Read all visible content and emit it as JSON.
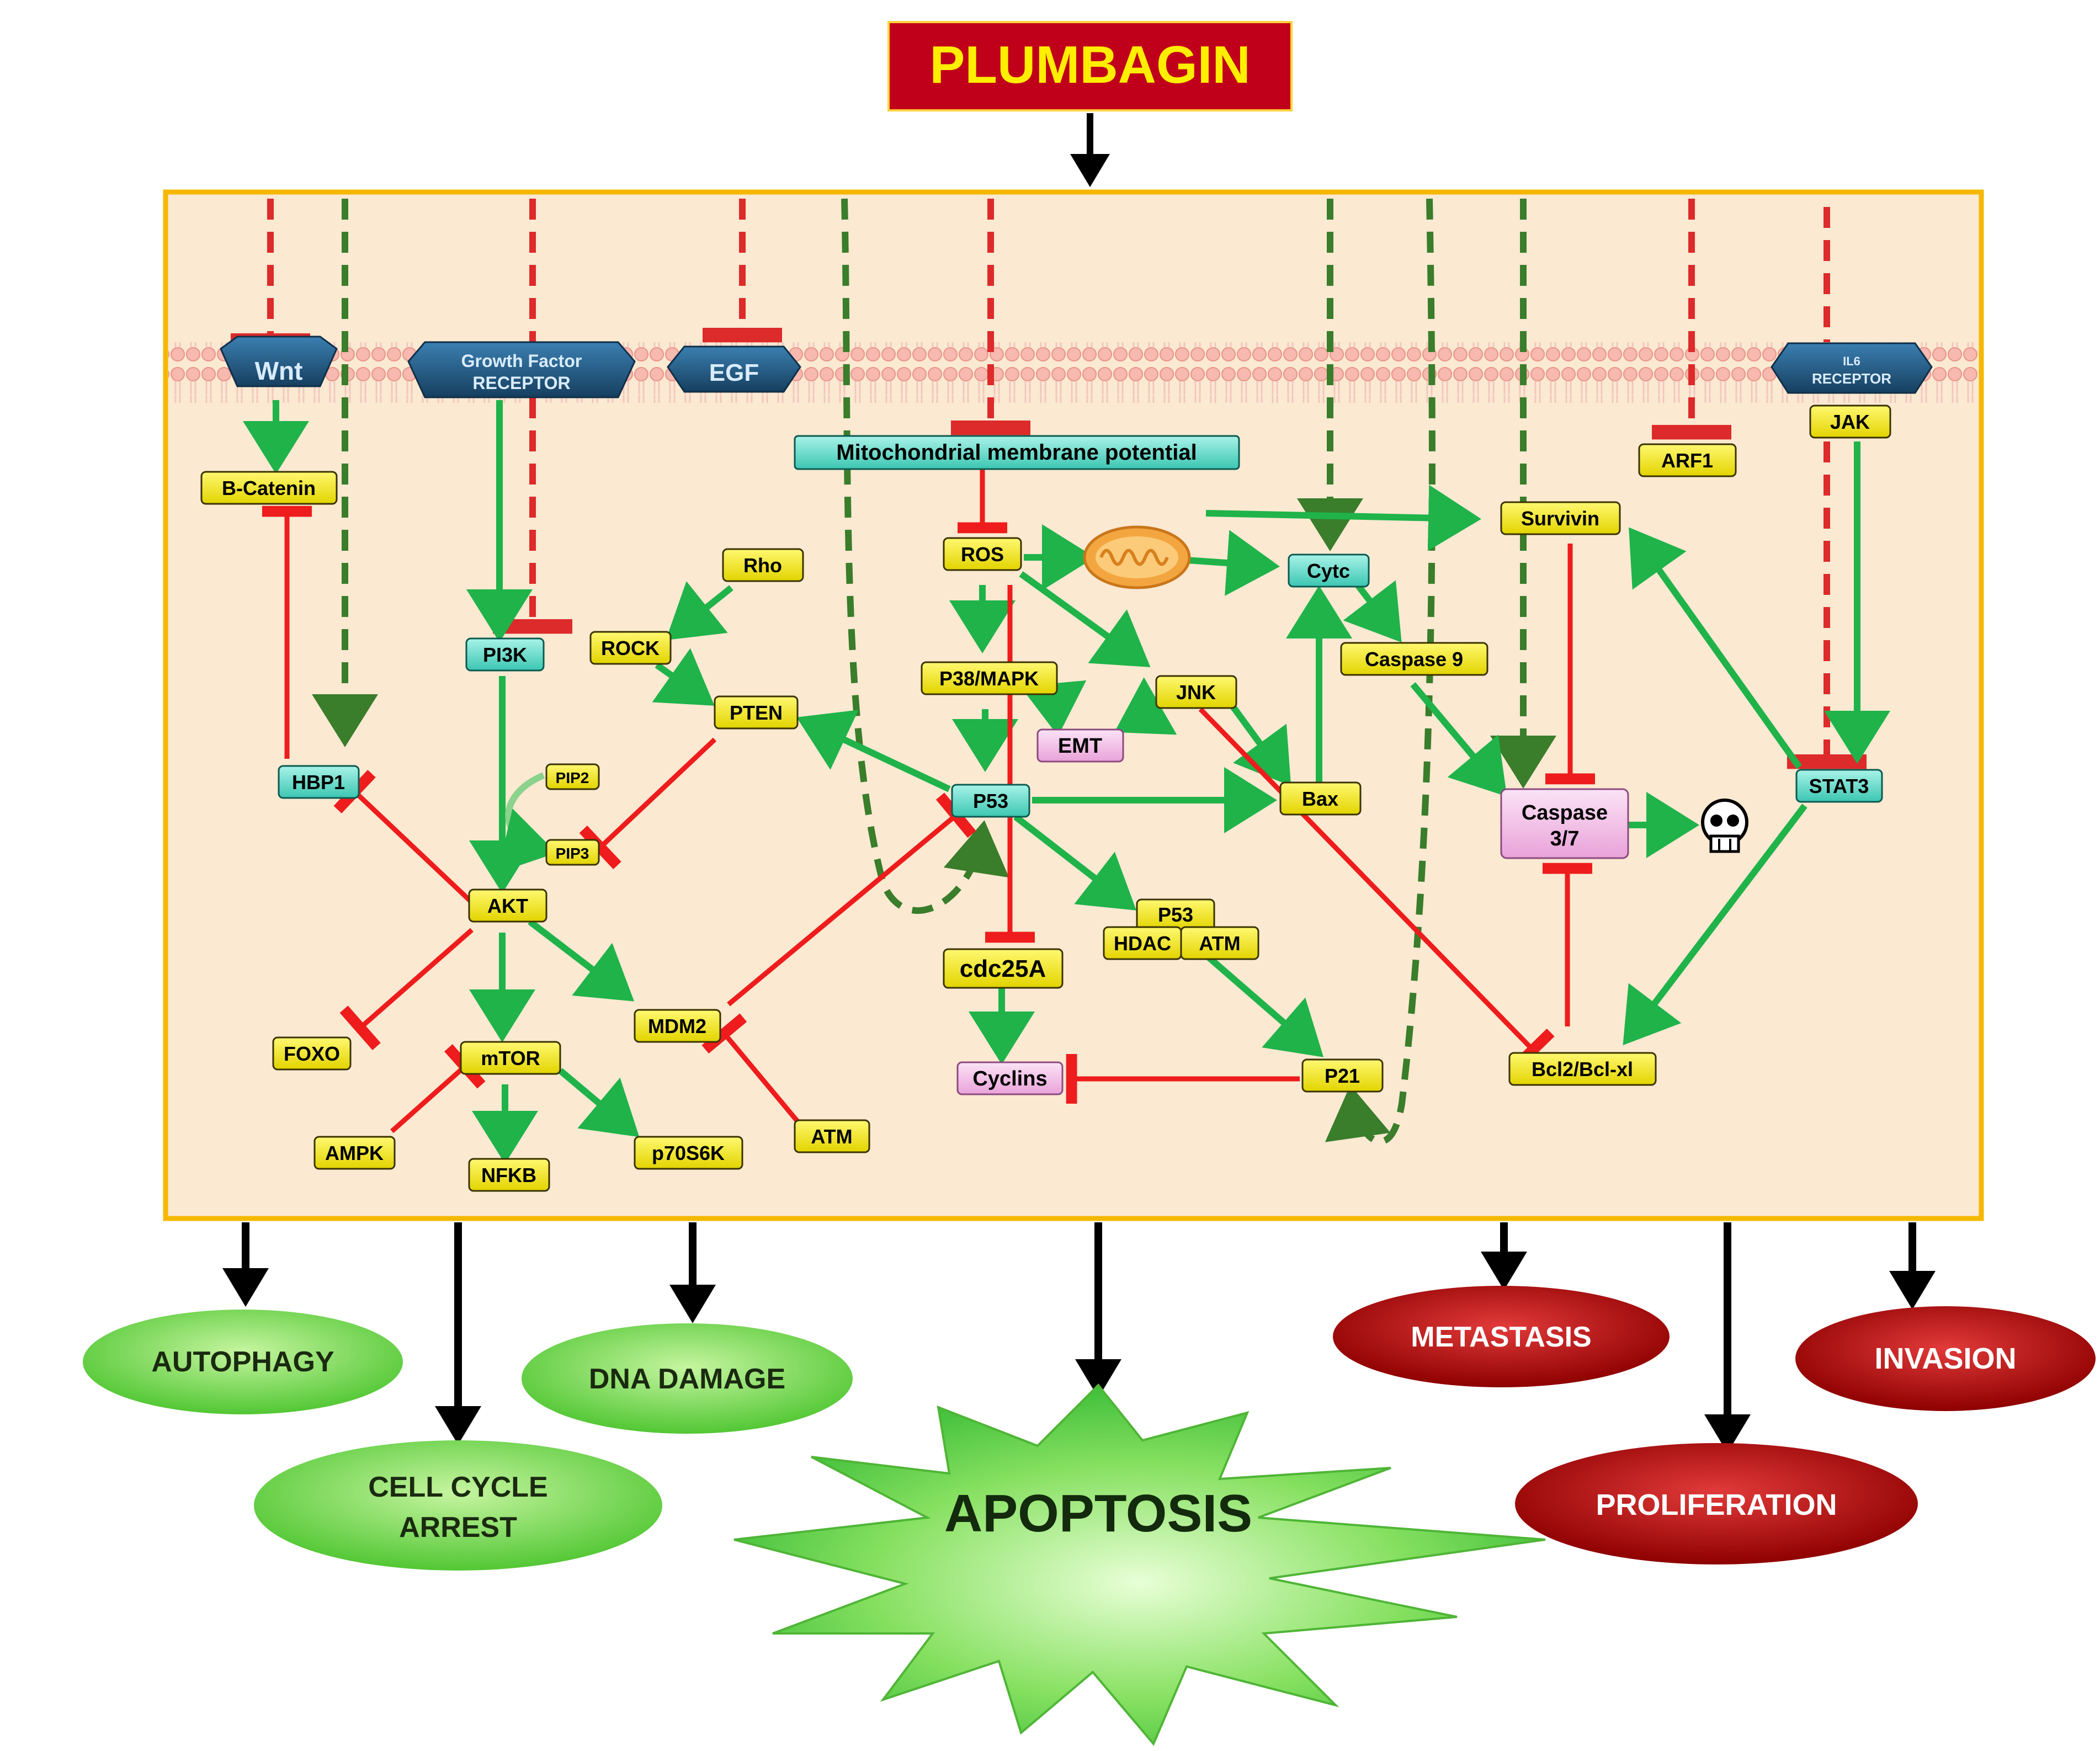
{
  "title": "PLUMBAGIN",
  "receptors": {
    "wnt": "Wnt",
    "gf_line1": "Growth Factor",
    "gf_line2": "RECEPTOR",
    "egf": "EGF",
    "il6_line1": "IL6",
    "il6_line2": "RECEPTOR"
  },
  "nodes": {
    "mito_potential": "Mitochondrial  membrane  potential",
    "b_catenin": "B-Catenin",
    "hbp1": "HBP1",
    "pi3k": "PI3K",
    "pip2": "PIP2",
    "pip3": "PIP3",
    "akt": "AKT",
    "foxo": "FOXO",
    "mtor": "mTOR",
    "ampk": "AMPK",
    "nfkb": "NFKB",
    "p70s6k": "p70S6K",
    "mdm2": "MDM2",
    "atm_left": "ATM",
    "rho": "Rho",
    "rock": "ROCK",
    "pten": "PTEN",
    "ros": "ROS",
    "p38": "P38/MAPK",
    "emt": "EMT",
    "jnk": "JNK",
    "p53": "P53",
    "cdc25a": "cdc25A",
    "cyclins": "Cyclins",
    "p53b": "P53",
    "hdac": "HDAC",
    "atm_right": "ATM",
    "p21": "P21",
    "cytc": "Cytc",
    "caspase9": "Caspase  9",
    "bax": "Bax",
    "survivin": "Survivin",
    "caspase37_line1": "Caspase",
    "caspase37_line2": "3/7",
    "bcl2": "Bcl2/Bcl-xl",
    "arf1": "ARF1",
    "jak": "JAK",
    "stat3": "STAT3"
  },
  "outcomes": {
    "autophagy": "AUTOPHAGY",
    "cell_cycle_line1": "CELL CYCLE",
    "cell_cycle_line2": "ARREST",
    "dna_damage": "DNA DAMAGE",
    "apoptosis": "APOPTOSIS",
    "metastasis": "METASTASIS",
    "proliferation": "PROLIFERATION",
    "invasion": "INVASION"
  },
  "colors": {
    "activation": "#1fb34a",
    "inhibition": "#ee1c1c",
    "dashed_activation": "#3a7d2b",
    "dashed_inhibition": "#dd2a2a",
    "title_bg": "#c0001a",
    "title_text": "#ffee00",
    "cell_bg": "#fbe9d2",
    "cell_border": "#f5b800",
    "node_yellow": "#f2ea00",
    "node_cyan": "#5fd8c8",
    "node_pink": "#f2b3e6",
    "receptor": "#1f5a82",
    "good_outcome": "#7ed957",
    "bad_outcome": "#b30000"
  }
}
